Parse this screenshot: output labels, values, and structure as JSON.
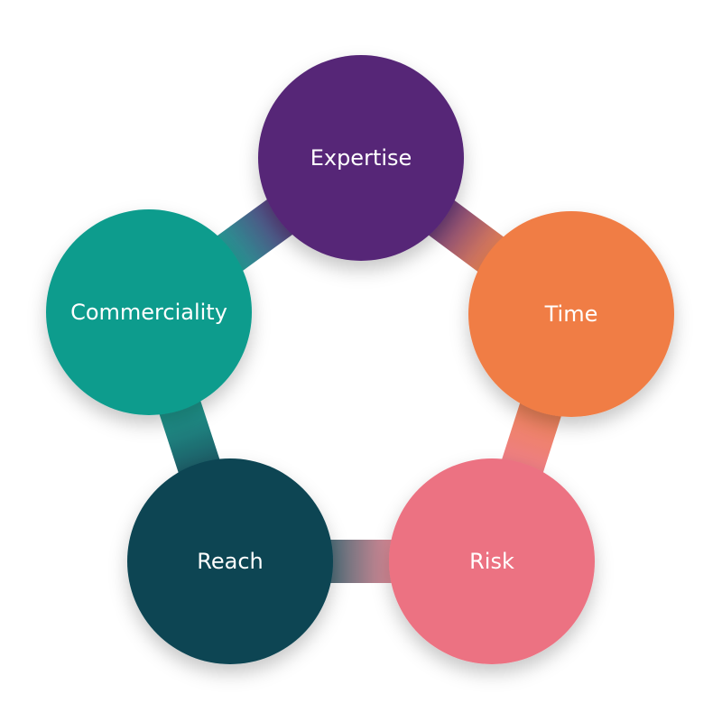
{
  "nodes": [
    {
      "id": "expertise",
      "label": "Expertise",
      "color": "#562877"
    },
    {
      "id": "time",
      "label": "Time",
      "color": "#F07D45"
    },
    {
      "id": "risk",
      "label": "Risk",
      "color": "#EC7282"
    },
    {
      "id": "reach",
      "label": "Reach",
      "color": "#094452"
    },
    {
      "id": "commerciality",
      "label": "Commerciality",
      "color": "#0C9C8D"
    }
  ]
}
